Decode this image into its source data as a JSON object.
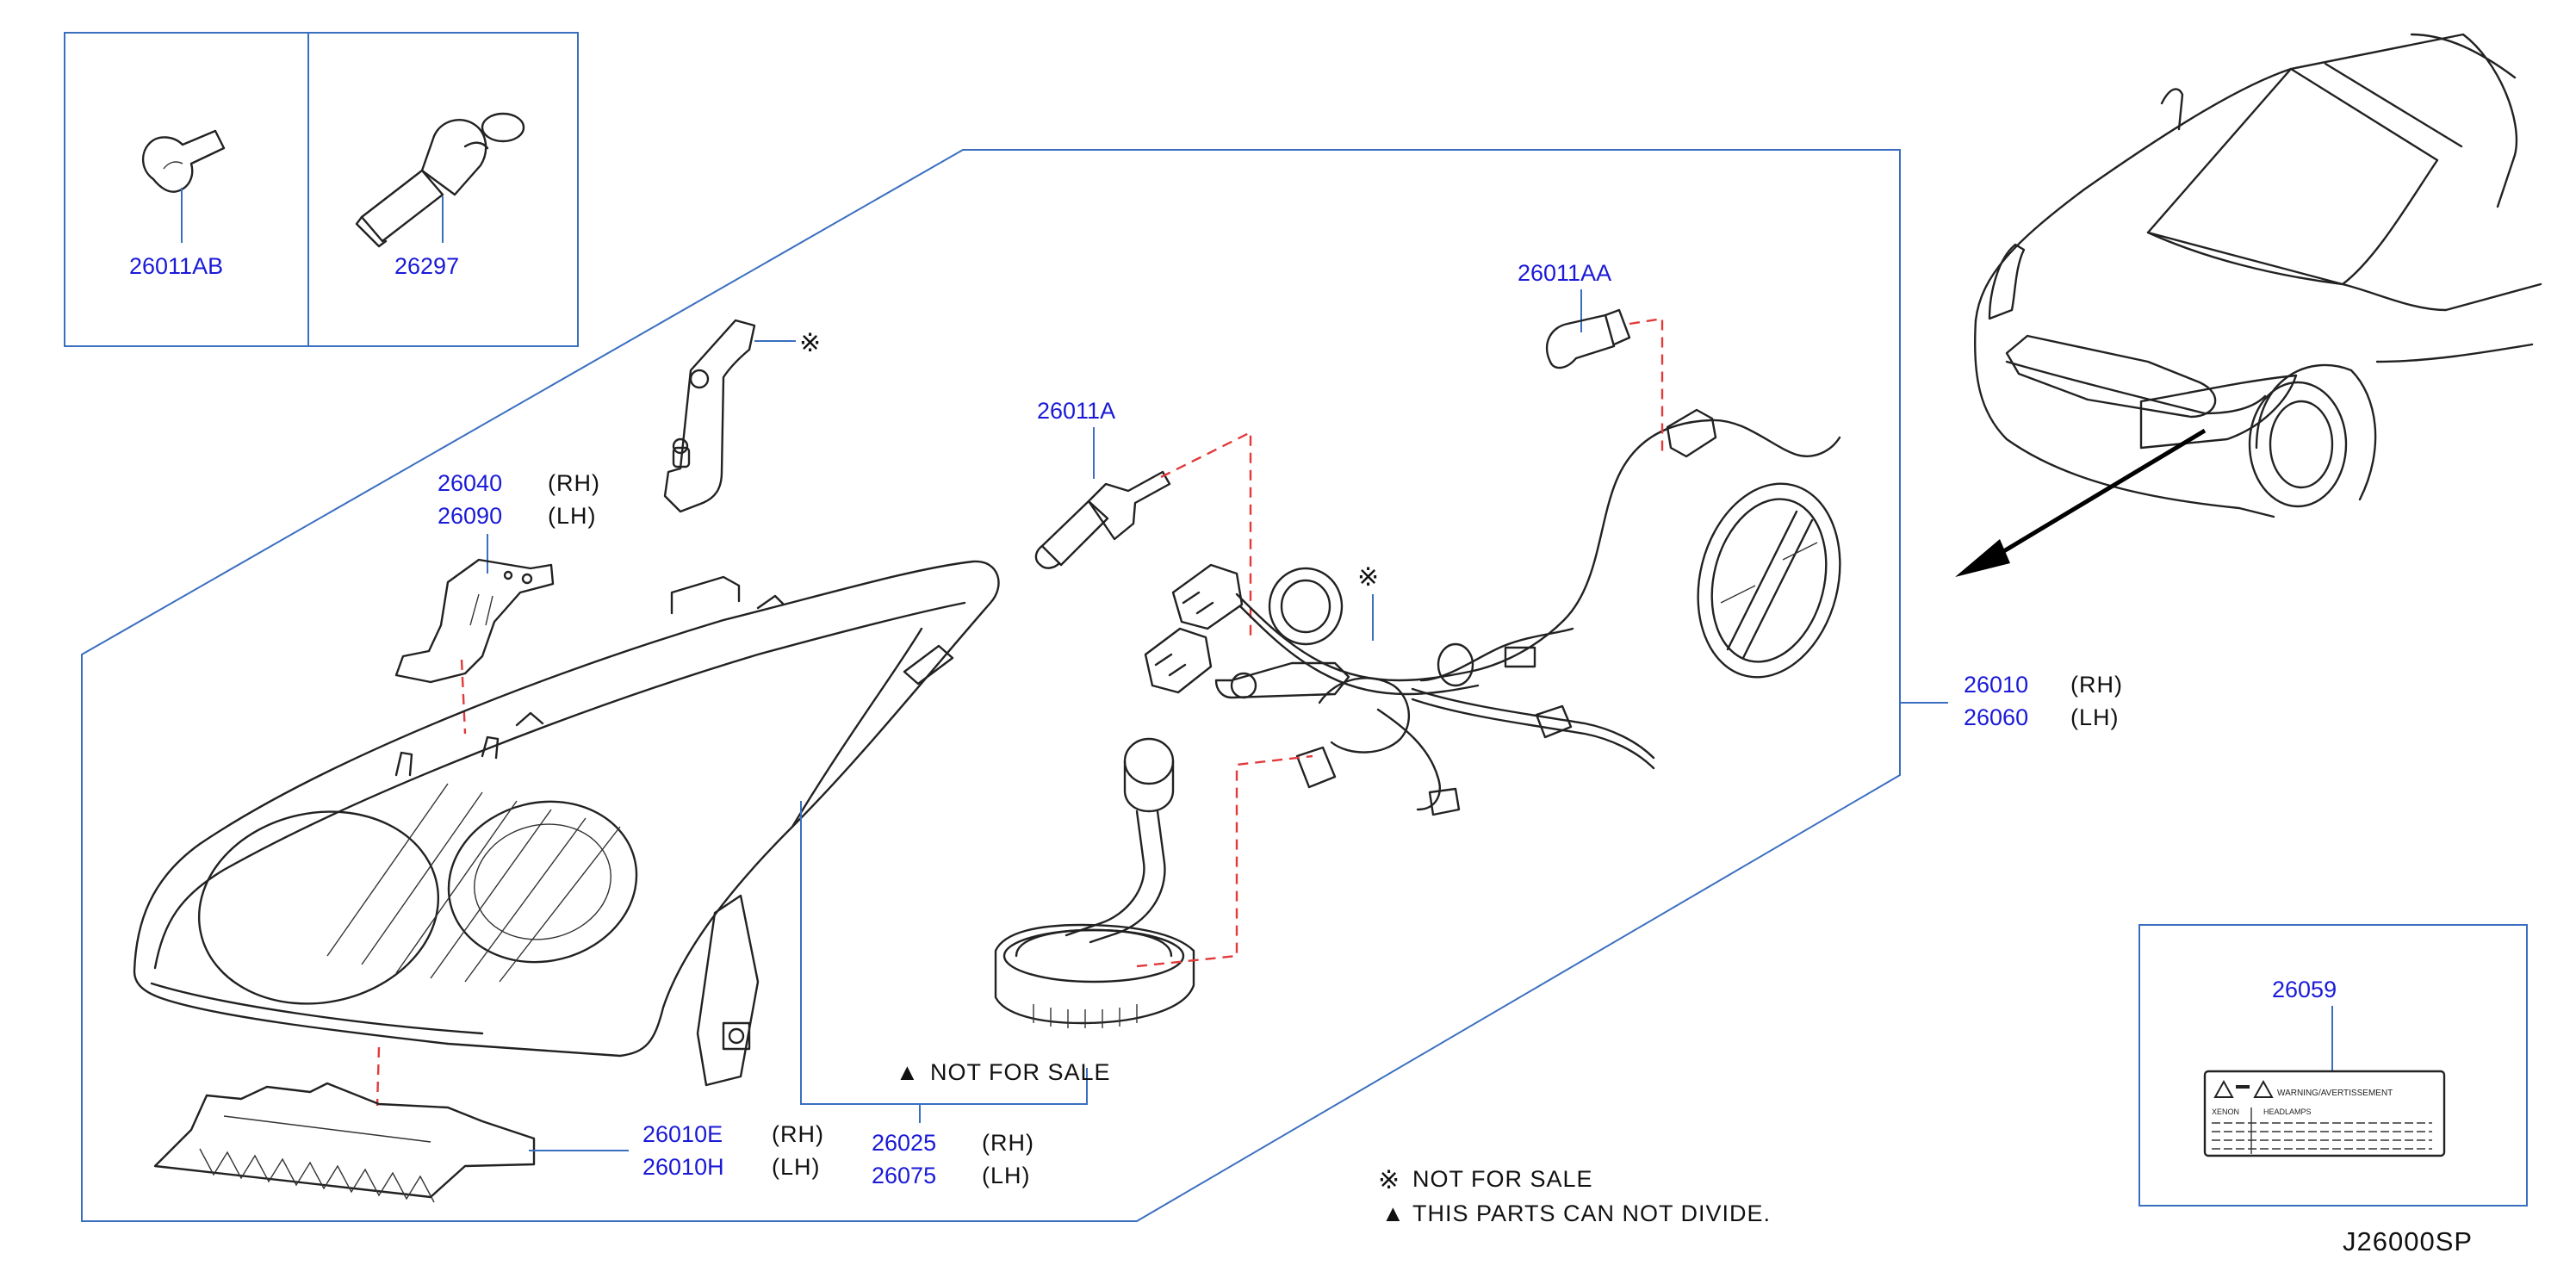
{
  "diagram_code": "J26000SP",
  "parts": {
    "p26011AB": "26011AB",
    "p26297": "26297",
    "p26011AA": "26011AA",
    "p26011A": "26011A",
    "p26040": "26040",
    "p26090": "26090",
    "p26010": "26010",
    "p26060": "26060",
    "p26010E": "26010E",
    "p26010H": "26010H",
    "p26025": "26025",
    "p26075": "26075",
    "p26059": "26059"
  },
  "sides": {
    "rh": "(RH)",
    "lh": "(LH)"
  },
  "symbols": {
    "kome": "※",
    "triangle": "▲"
  },
  "notes": {
    "not_for_sale_tri": "NOT   FOR   SALE",
    "not_for_sale_kome": "NOT   FOR   SALE",
    "cannot_divide": "THIS   PARTS   CAN   NOT   DIVIDE."
  },
  "label_sticker": {
    "warning": "WARNING/AVERTISSEMENT",
    "xenon": "XENON",
    "headlamps": "HEADLAMPS"
  },
  "colors": {
    "part_number": "#1a1ad8",
    "leader": "#3a6fc0",
    "dashed_link": "#e23a3a"
  }
}
